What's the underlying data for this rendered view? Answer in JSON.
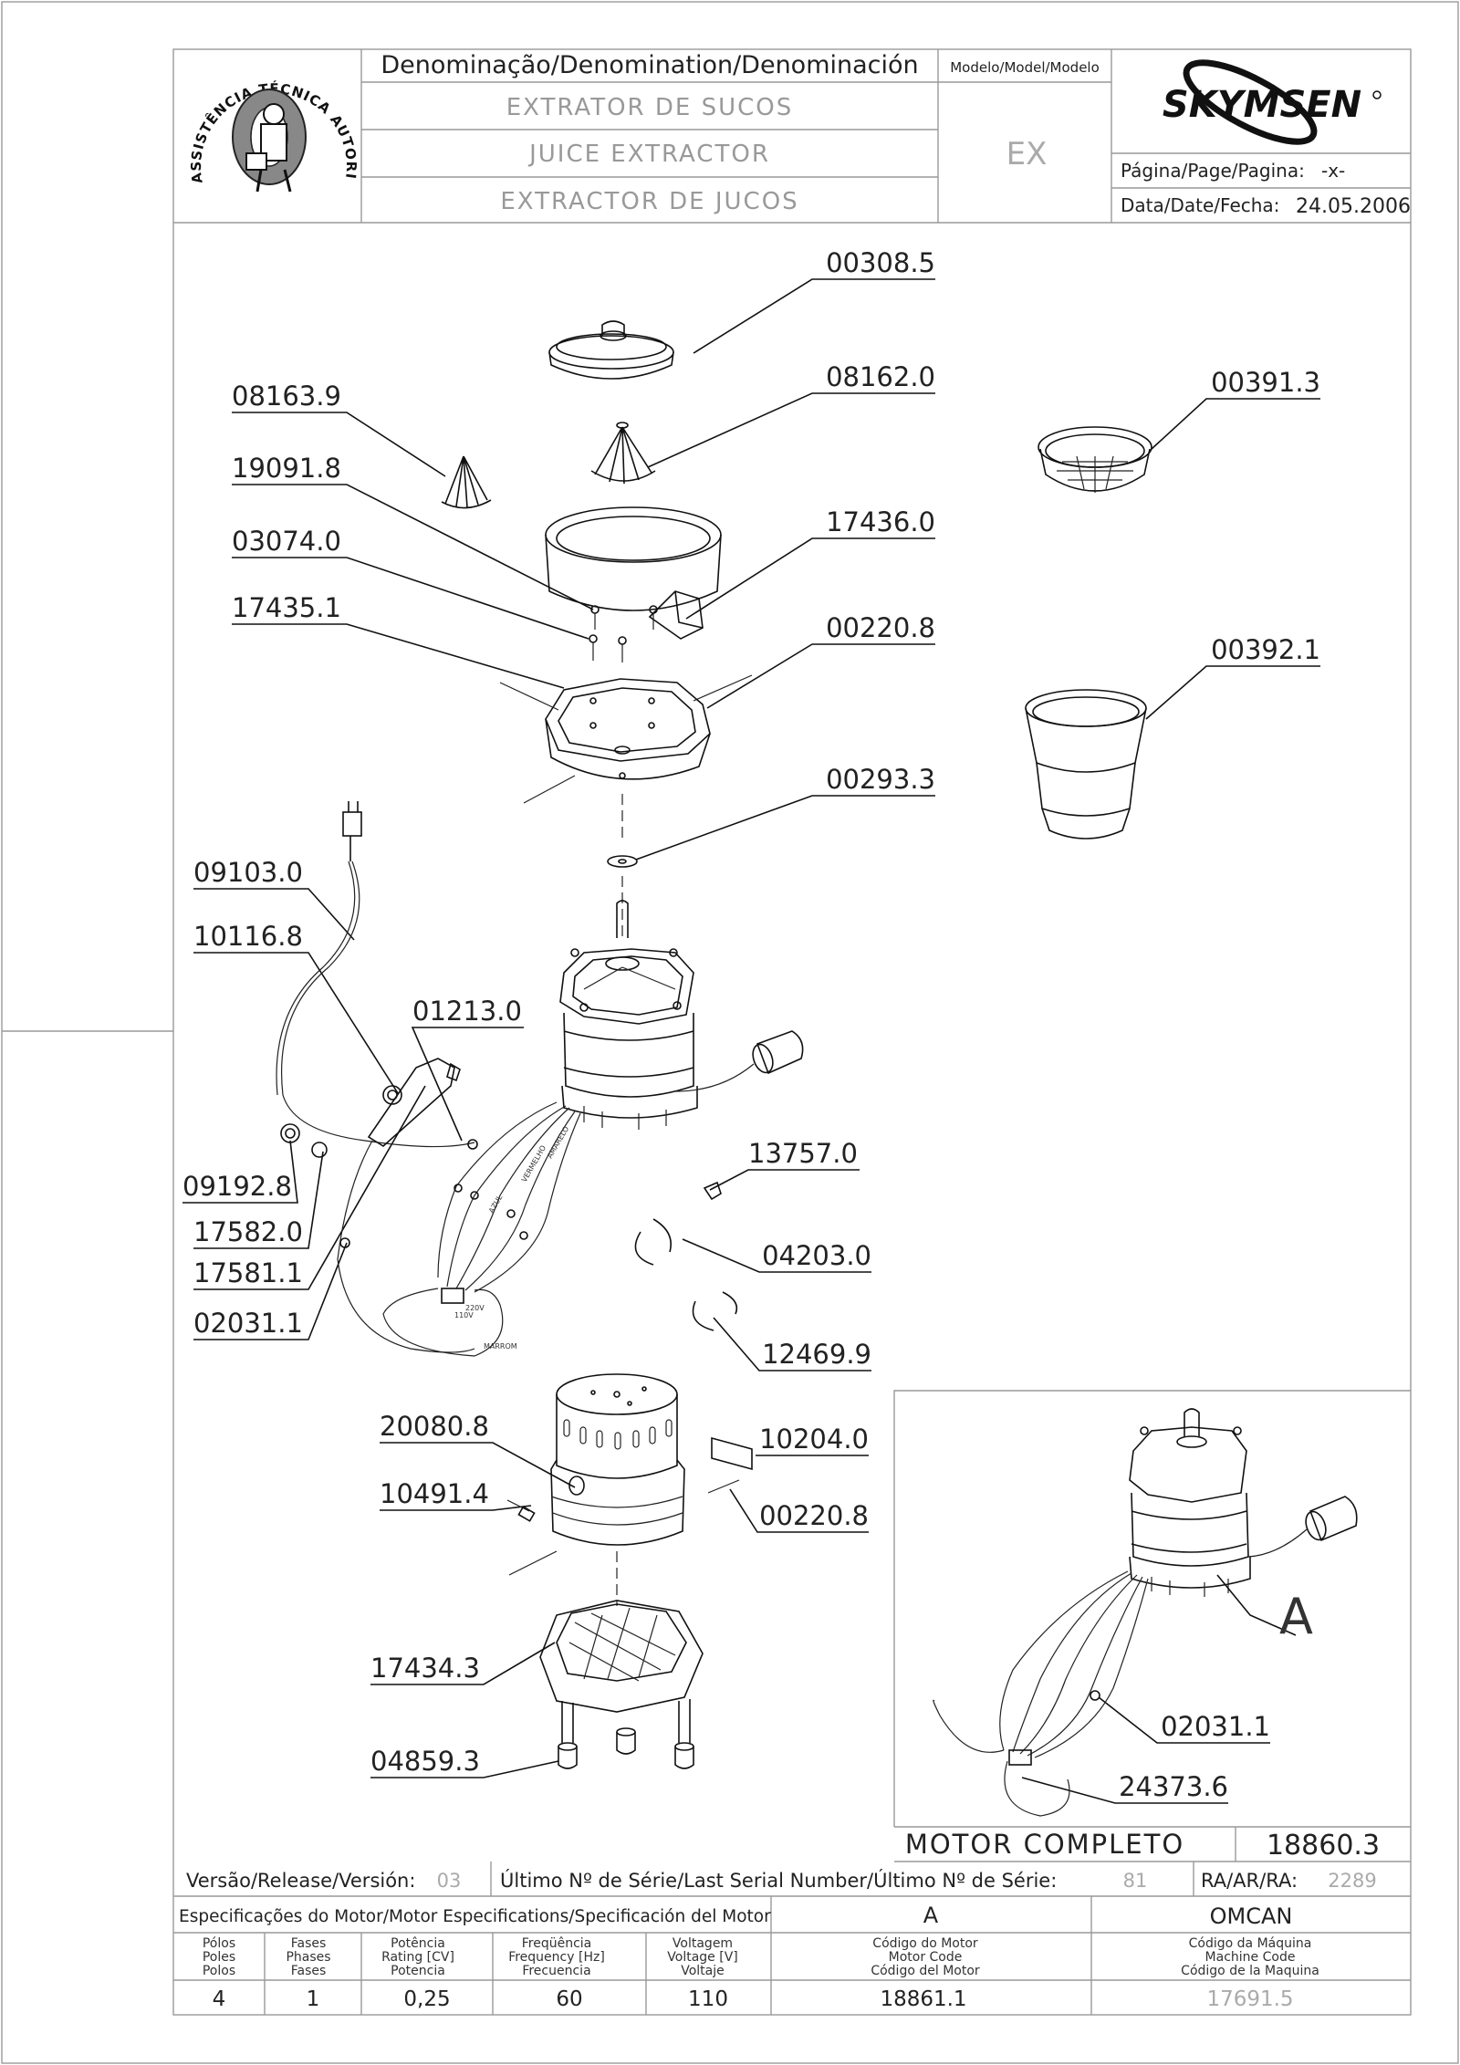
{
  "header": {
    "logo_arc_text": "ASSISTÊNCIA TÉCNICA AUTORIZADA",
    "denomination_label": "Denominação/Denomination/Denominación",
    "names": [
      "EXTRATOR DE SUCOS",
      "JUICE EXTRACTOR",
      "EXTRACTOR DE JUCOS"
    ],
    "model_label": "Modelo/Model/Modelo",
    "model_value": "EX",
    "brand": "SKYMSEN",
    "page_label": "Página/Page/Pagina:",
    "page_value": "-x-",
    "date_label": "Data/Date/Fecha:",
    "date_value": "24.05.2006"
  },
  "parts": {
    "p00308_5": "00308.5",
    "p08163_9": "08163.9",
    "p08162_0": "08162.0",
    "p00391_3": "00391.3",
    "p19091_8": "19091.8",
    "p03074_0": "03074.0",
    "p17436_0": "17436.0",
    "p17435_1": "17435.1",
    "p00220_8a": "00220.8",
    "p00392_1": "00392.1",
    "p00293_3": "00293.3",
    "p09103_0": "09103.0",
    "p10116_8": "10116.8",
    "p01213_0": "01213.0",
    "p13757_0": "13757.0",
    "p09192_8": "09192.8",
    "p17582_0": "17582.0",
    "p04203_0": "04203.0",
    "p17581_1": "17581.1",
    "p02031_1a": "02031.1",
    "p12469_9": "12469.9",
    "p20080_8": "20080.8",
    "p10204_0": "10204.0",
    "p10491_4": "10491.4",
    "p00220_8b": "00220.8",
    "p17434_3": "17434.3",
    "p04859_3": "04859.3",
    "p02031_1b": "02031.1",
    "p24373_6": "24373.6"
  },
  "inset": {
    "detail_letter": "A",
    "caption": "MOTOR COMPLETO",
    "code": "18860.3"
  },
  "wire_labels": {
    "v220": "220V",
    "v110": "110V",
    "marrom": "MARROM",
    "azul": "AZUL",
    "vermelho": "VERMELHO",
    "amarelo": "AMARELO"
  },
  "footer": {
    "version_label": "Versão/Release/Versión:",
    "version_value": "03",
    "serial_label": "Último Nº de Série/Last Serial Number/Último Nº de Série:",
    "serial_value": "81",
    "ra_label": "RA/AR/RA:",
    "ra_value": "2289",
    "spec_label": "Especificações do Motor/Motor Especifications/Specificación del Motor",
    "spec_letter": "A",
    "spec_brand": "OMCAN",
    "col_poles": [
      "Pólos",
      "Poles",
      "Polos"
    ],
    "col_phases": [
      "Fases",
      "Phases",
      "Fases"
    ],
    "col_power": [
      "Potência",
      "Rating [CV]",
      "Potencia"
    ],
    "col_freq": [
      "Freqüência",
      "Frequency [Hz]",
      "Frecuencia"
    ],
    "col_voltage": [
      "Voltagem",
      "Voltage [V]",
      "Voltaje"
    ],
    "col_motor_code": [
      "Código do Motor",
      "Motor Code",
      "Código del Motor"
    ],
    "col_machine_code": [
      "Código da Máquina",
      "Machine Code",
      "Código de la Maquina"
    ],
    "poles": "4",
    "phases": "1",
    "power": "0,25",
    "freq": "60",
    "voltage": "110",
    "motor_code": "18861.1",
    "machine_code": "17691.5"
  }
}
